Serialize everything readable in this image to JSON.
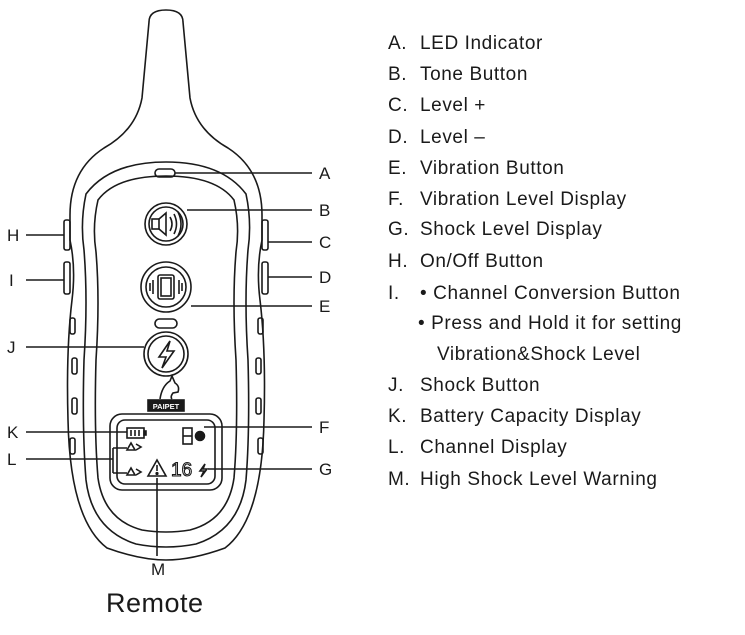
{
  "callouts": {
    "A": "A",
    "B": "B",
    "C": "C",
    "D": "D",
    "E": "E",
    "F": "F",
    "G": "G",
    "H": "H",
    "I": "I",
    "J": "J",
    "K": "K",
    "L": "L",
    "M": "M"
  },
  "legend": [
    {
      "key": "A.",
      "text": "LED Indicator"
    },
    {
      "key": "B.",
      "text": "Tone Button"
    },
    {
      "key": "C.",
      "text": "Level +"
    },
    {
      "key": "D.",
      "text": "Level –"
    },
    {
      "key": "E.",
      "text": "Vibration Button"
    },
    {
      "key": "F.",
      "text": "Vibration Level Display"
    },
    {
      "key": "G.",
      "text": "Shock Level Display"
    },
    {
      "key": "H.",
      "text": "On/Off Button"
    },
    {
      "key": "I.",
      "text": "• Channel Conversion Button"
    },
    {
      "key": "",
      "text": "• Press and Hold it  for setting"
    },
    {
      "key": "",
      "text": "Vibration&Shock Level"
    },
    {
      "key": "J.",
      "text": "Shock Button"
    },
    {
      "key": "K.",
      "text": "Battery Capacity Display"
    },
    {
      "key": "L.",
      "text": "Channel Display"
    },
    {
      "key": "M.",
      "text": "High Shock Level Warning"
    }
  ],
  "logo_text": "PAIPET",
  "display_digits": "16",
  "caption": "Remote"
}
